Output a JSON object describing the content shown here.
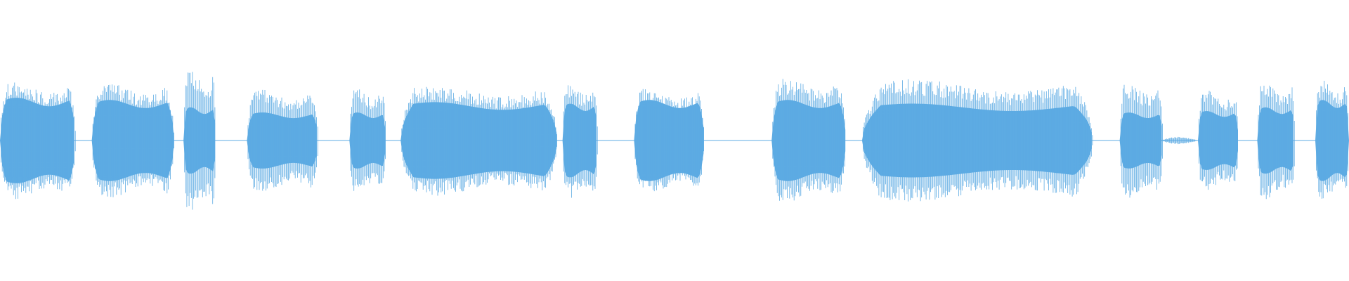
{
  "waveform": {
    "color": "#5DABE3",
    "background": "#FFFFFF",
    "segments": [
      {
        "start": 0.0,
        "end": 0.056,
        "amp": 0.8,
        "inner": 0.58
      },
      {
        "start": 0.068,
        "end": 0.129,
        "amp": 0.78,
        "inner": 0.55
      },
      {
        "start": 0.136,
        "end": 0.16,
        "amp": 0.95,
        "inner": 0.45
      },
      {
        "start": 0.183,
        "end": 0.236,
        "amp": 0.7,
        "inner": 0.38
      },
      {
        "start": 0.259,
        "end": 0.286,
        "amp": 0.72,
        "inner": 0.38
      },
      {
        "start": 0.297,
        "end": 0.413,
        "amp": 0.75,
        "inner": 0.52
      },
      {
        "start": 0.417,
        "end": 0.443,
        "amp": 0.78,
        "inner": 0.5
      },
      {
        "start": 0.47,
        "end": 0.522,
        "amp": 0.72,
        "inner": 0.55
      },
      {
        "start": 0.572,
        "end": 0.627,
        "amp": 0.85,
        "inner": 0.55
      },
      {
        "start": 0.639,
        "end": 0.81,
        "amp": 0.83,
        "inner": 0.5
      },
      {
        "start": 0.83,
        "end": 0.862,
        "amp": 0.78,
        "inner": 0.38
      },
      {
        "start": 0.888,
        "end": 0.918,
        "amp": 0.68,
        "inner": 0.4
      },
      {
        "start": 0.932,
        "end": 0.96,
        "amp": 0.8,
        "inner": 0.45
      },
      {
        "start": 0.975,
        "end": 1.0,
        "amp": 0.82,
        "inner": 0.55
      }
    ],
    "quiet": [
      {
        "start": 0.86,
        "end": 0.888,
        "amp": 0.05
      }
    ]
  }
}
